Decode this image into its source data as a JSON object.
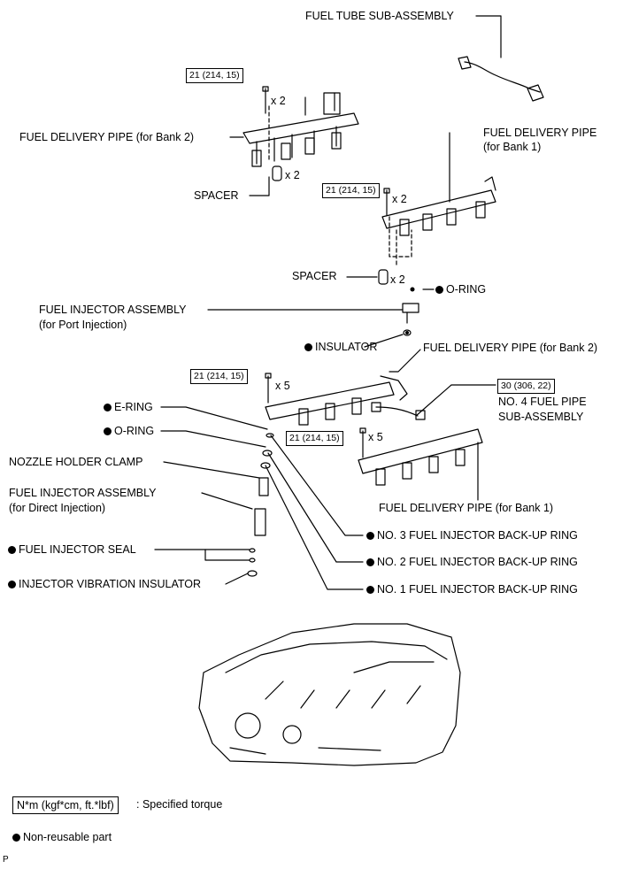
{
  "labels": {
    "fuel_tube": "FUEL TUBE SUB-ASSEMBLY",
    "pipe_bank2_top": "FUEL DELIVERY PIPE (for Bank 2)",
    "pipe_bank1_top_l1": "FUEL DELIVERY PIPE",
    "pipe_bank1_top_l2": "(for Bank 1)",
    "spacer_1": "SPACER",
    "spacer_2": "SPACER",
    "oring_top": "O-RING",
    "injector_port_l1": "FUEL INJECTOR ASSEMBLY",
    "injector_port_l2": "(for Port Injection)",
    "insulator": "INSULATOR",
    "pipe_bank2_lower": "FUEL DELIVERY PIPE (for Bank 2)",
    "no4_pipe_l1": "NO. 4 FUEL PIPE",
    "no4_pipe_l2": "SUB-ASSEMBLY",
    "ering": "E-RING",
    "oring_lower": "O-RING",
    "nozzle_clamp": "NOZZLE HOLDER CLAMP",
    "injector_direct_l1": "FUEL INJECTOR ASSEMBLY",
    "injector_direct_l2": "(for Direct Injection)",
    "pipe_bank1_lower": "FUEL DELIVERY PIPE (for Bank 1)",
    "seal": "FUEL INJECTOR SEAL",
    "vib_insulator": "INJECTOR VIBRATION INSULATOR",
    "backup3": "NO. 3 FUEL INJECTOR BACK-UP RING",
    "backup2": "NO. 2 FUEL INJECTOR BACK-UP RING",
    "backup1": "NO. 1 FUEL INJECTOR BACK-UP RING"
  },
  "torques": {
    "t1": "21 (214, 15)",
    "t2": "21 (214, 15)",
    "t3": "21 (214, 15)",
    "t4": "21 (214, 15)",
    "t5": "30 (306, 22)"
  },
  "quantities": {
    "q1": "x 2",
    "q2": "x 2",
    "q3": "x 2",
    "q4": "x 2",
    "q5": "x 5",
    "q6": "x 5"
  },
  "legend": {
    "torque_box": "N*m (kgf*cm, ft.*lbf)",
    "torque_text": ": Specified torque",
    "non_reusable": "Non-reusable part"
  },
  "footer_code": "P"
}
